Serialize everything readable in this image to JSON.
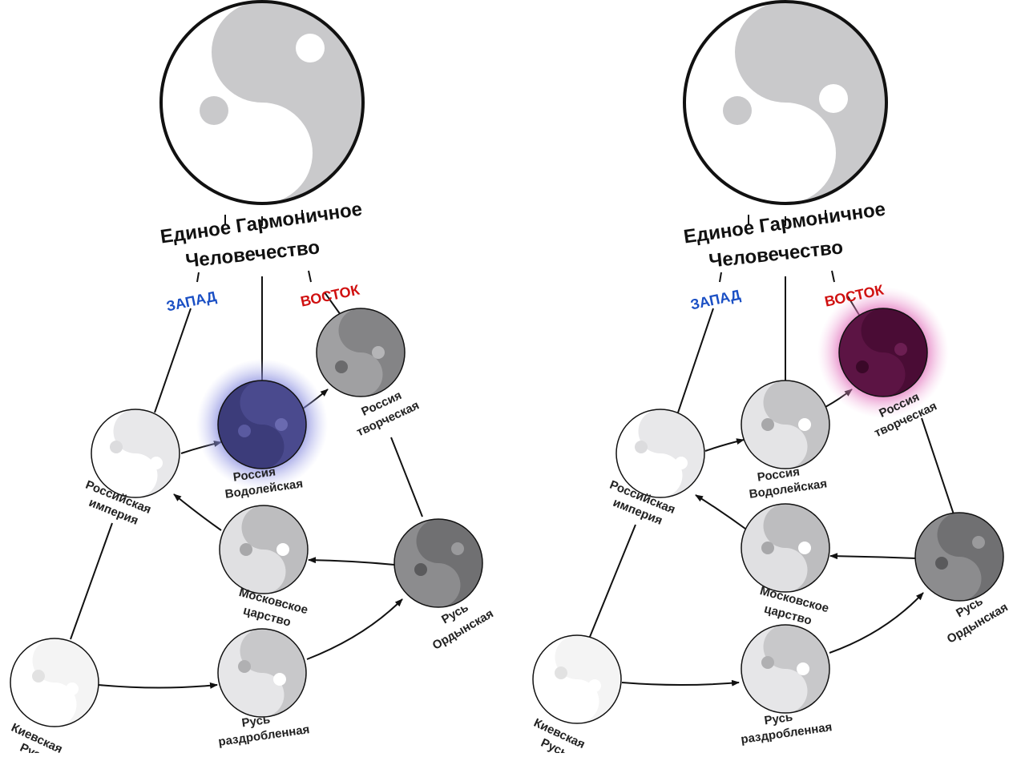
{
  "colors": {
    "west": "#1a4fc4",
    "east": "#d01010",
    "glow_left": "#7b7fd8",
    "node_left_active": "#4a4a90",
    "glow_right": "#e060b0",
    "node_right_active": "#5a1040"
  },
  "panels": [
    {
      "title_line1": "Единое Гармоничное",
      "title_line2": "Человечество",
      "west_label": "ЗАПАД",
      "east_label": "ВОСТОК",
      "nodes": {
        "kiev": {
          "label_line1": "Киевская",
          "label_line2": "Русь"
        },
        "fragmented": {
          "label_line1": "Русь",
          "label_line2": "раздробленная"
        },
        "horde": {
          "label_line1": "Русь",
          "label_line2": "Ордынская"
        },
        "moscow": {
          "label_line1": "Московское",
          "label_line2": "царство"
        },
        "empire": {
          "label_line1": "Российская",
          "label_line2": "империя"
        },
        "aquarian": {
          "label_line1": "Россия",
          "label_line2": "Водолейская"
        },
        "creative": {
          "label_line1": "Россия",
          "label_line2": "творческая"
        }
      },
      "highlighted_node": "aquarian"
    },
    {
      "title_line1": "Единое Гармоничное",
      "title_line2": "Человечество",
      "west_label": "ЗАПАД",
      "east_label": "ВОСТОК",
      "nodes": {
        "kiev": {
          "label_line1": "Киевская",
          "label_line2": "Русь"
        },
        "fragmented": {
          "label_line1": "Русь",
          "label_line2": "раздробленная"
        },
        "horde": {
          "label_line1": "Русь",
          "label_line2": "Ордынская"
        },
        "moscow": {
          "label_line1": "Московское",
          "label_line2": "царство"
        },
        "empire": {
          "label_line1": "Российская",
          "label_line2": "империя"
        },
        "aquarian": {
          "label_line1": "Россия",
          "label_line2": "Водолейская"
        },
        "creative": {
          "label_line1": "Россия",
          "label_line2": "творческая"
        }
      },
      "highlighted_node": "creative"
    }
  ]
}
